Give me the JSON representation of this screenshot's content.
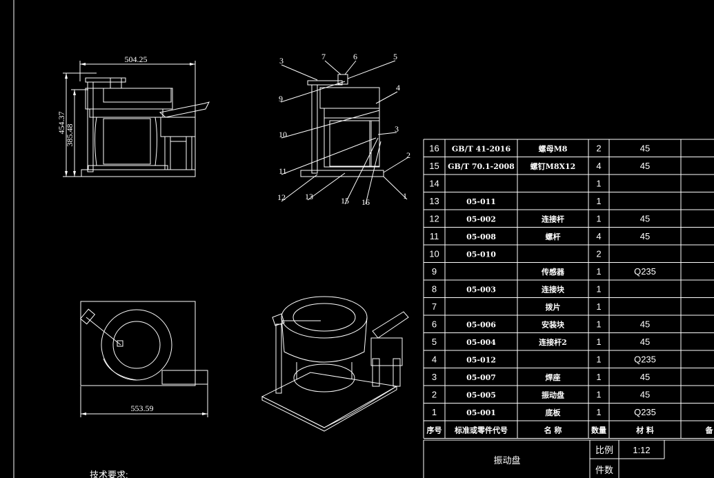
{
  "dimensions": {
    "front_width": "504.25",
    "front_height_total": "454.37",
    "front_height_inner": "385.48",
    "top_width": "553.59"
  },
  "callouts": [
    "3",
    "7",
    "6",
    "5",
    "9",
    "4",
    "10",
    "3",
    "11",
    "2",
    "12",
    "13",
    "15",
    "16",
    "1"
  ],
  "bom": {
    "rows": [
      {
        "no": "16",
        "code": "GB/T 41-2016",
        "name": "螺母M8",
        "qty": "2",
        "mat": "45"
      },
      {
        "no": "15",
        "code": "GB/T 70.1-2008",
        "name": "螺钉M8X12",
        "qty": "4",
        "mat": "45"
      },
      {
        "no": "14",
        "code": "",
        "name": "",
        "qty": "1",
        "mat": ""
      },
      {
        "no": "13",
        "code": "05-011",
        "name": "",
        "qty": "1",
        "mat": ""
      },
      {
        "no": "12",
        "code": "05-002",
        "name": "连接杆",
        "qty": "1",
        "mat": "45"
      },
      {
        "no": "11",
        "code": "05-008",
        "name": "螺杆",
        "qty": "4",
        "mat": "45"
      },
      {
        "no": "10",
        "code": "05-010",
        "name": "",
        "qty": "2",
        "mat": ""
      },
      {
        "no": "9",
        "code": "",
        "name": "传感器",
        "qty": "1",
        "mat": "Q235"
      },
      {
        "no": "8",
        "code": "05-003",
        "name": "连接块",
        "qty": "1",
        "mat": ""
      },
      {
        "no": "7",
        "code": "",
        "name": "拨片",
        "qty": "1",
        "mat": ""
      },
      {
        "no": "6",
        "code": "05-006",
        "name": "安装块",
        "qty": "1",
        "mat": "45"
      },
      {
        "no": "5",
        "code": "05-004",
        "name": "连接杆2",
        "qty": "1",
        "mat": "45"
      },
      {
        "no": "4",
        "code": "05-012",
        "name": "",
        "qty": "1",
        "mat": "Q235"
      },
      {
        "no": "3",
        "code": "05-007",
        "name": "焊座",
        "qty": "1",
        "mat": "45"
      },
      {
        "no": "2",
        "code": "05-005",
        "name": "振动盘",
        "qty": "1",
        "mat": "45"
      },
      {
        "no": "1",
        "code": "05-001",
        "name": "底板",
        "qty": "1",
        "mat": "Q235"
      }
    ],
    "header": {
      "no": "序号",
      "code": "标准或零件代号",
      "name": "名  称",
      "qty": "数量",
      "mat": "材  料",
      "note": "备"
    }
  },
  "title_block": {
    "title": "振动盘",
    "scale_label": "比例",
    "scale_value": "1:12",
    "count_label": "件数"
  },
  "notes_heading": "技术要求:"
}
